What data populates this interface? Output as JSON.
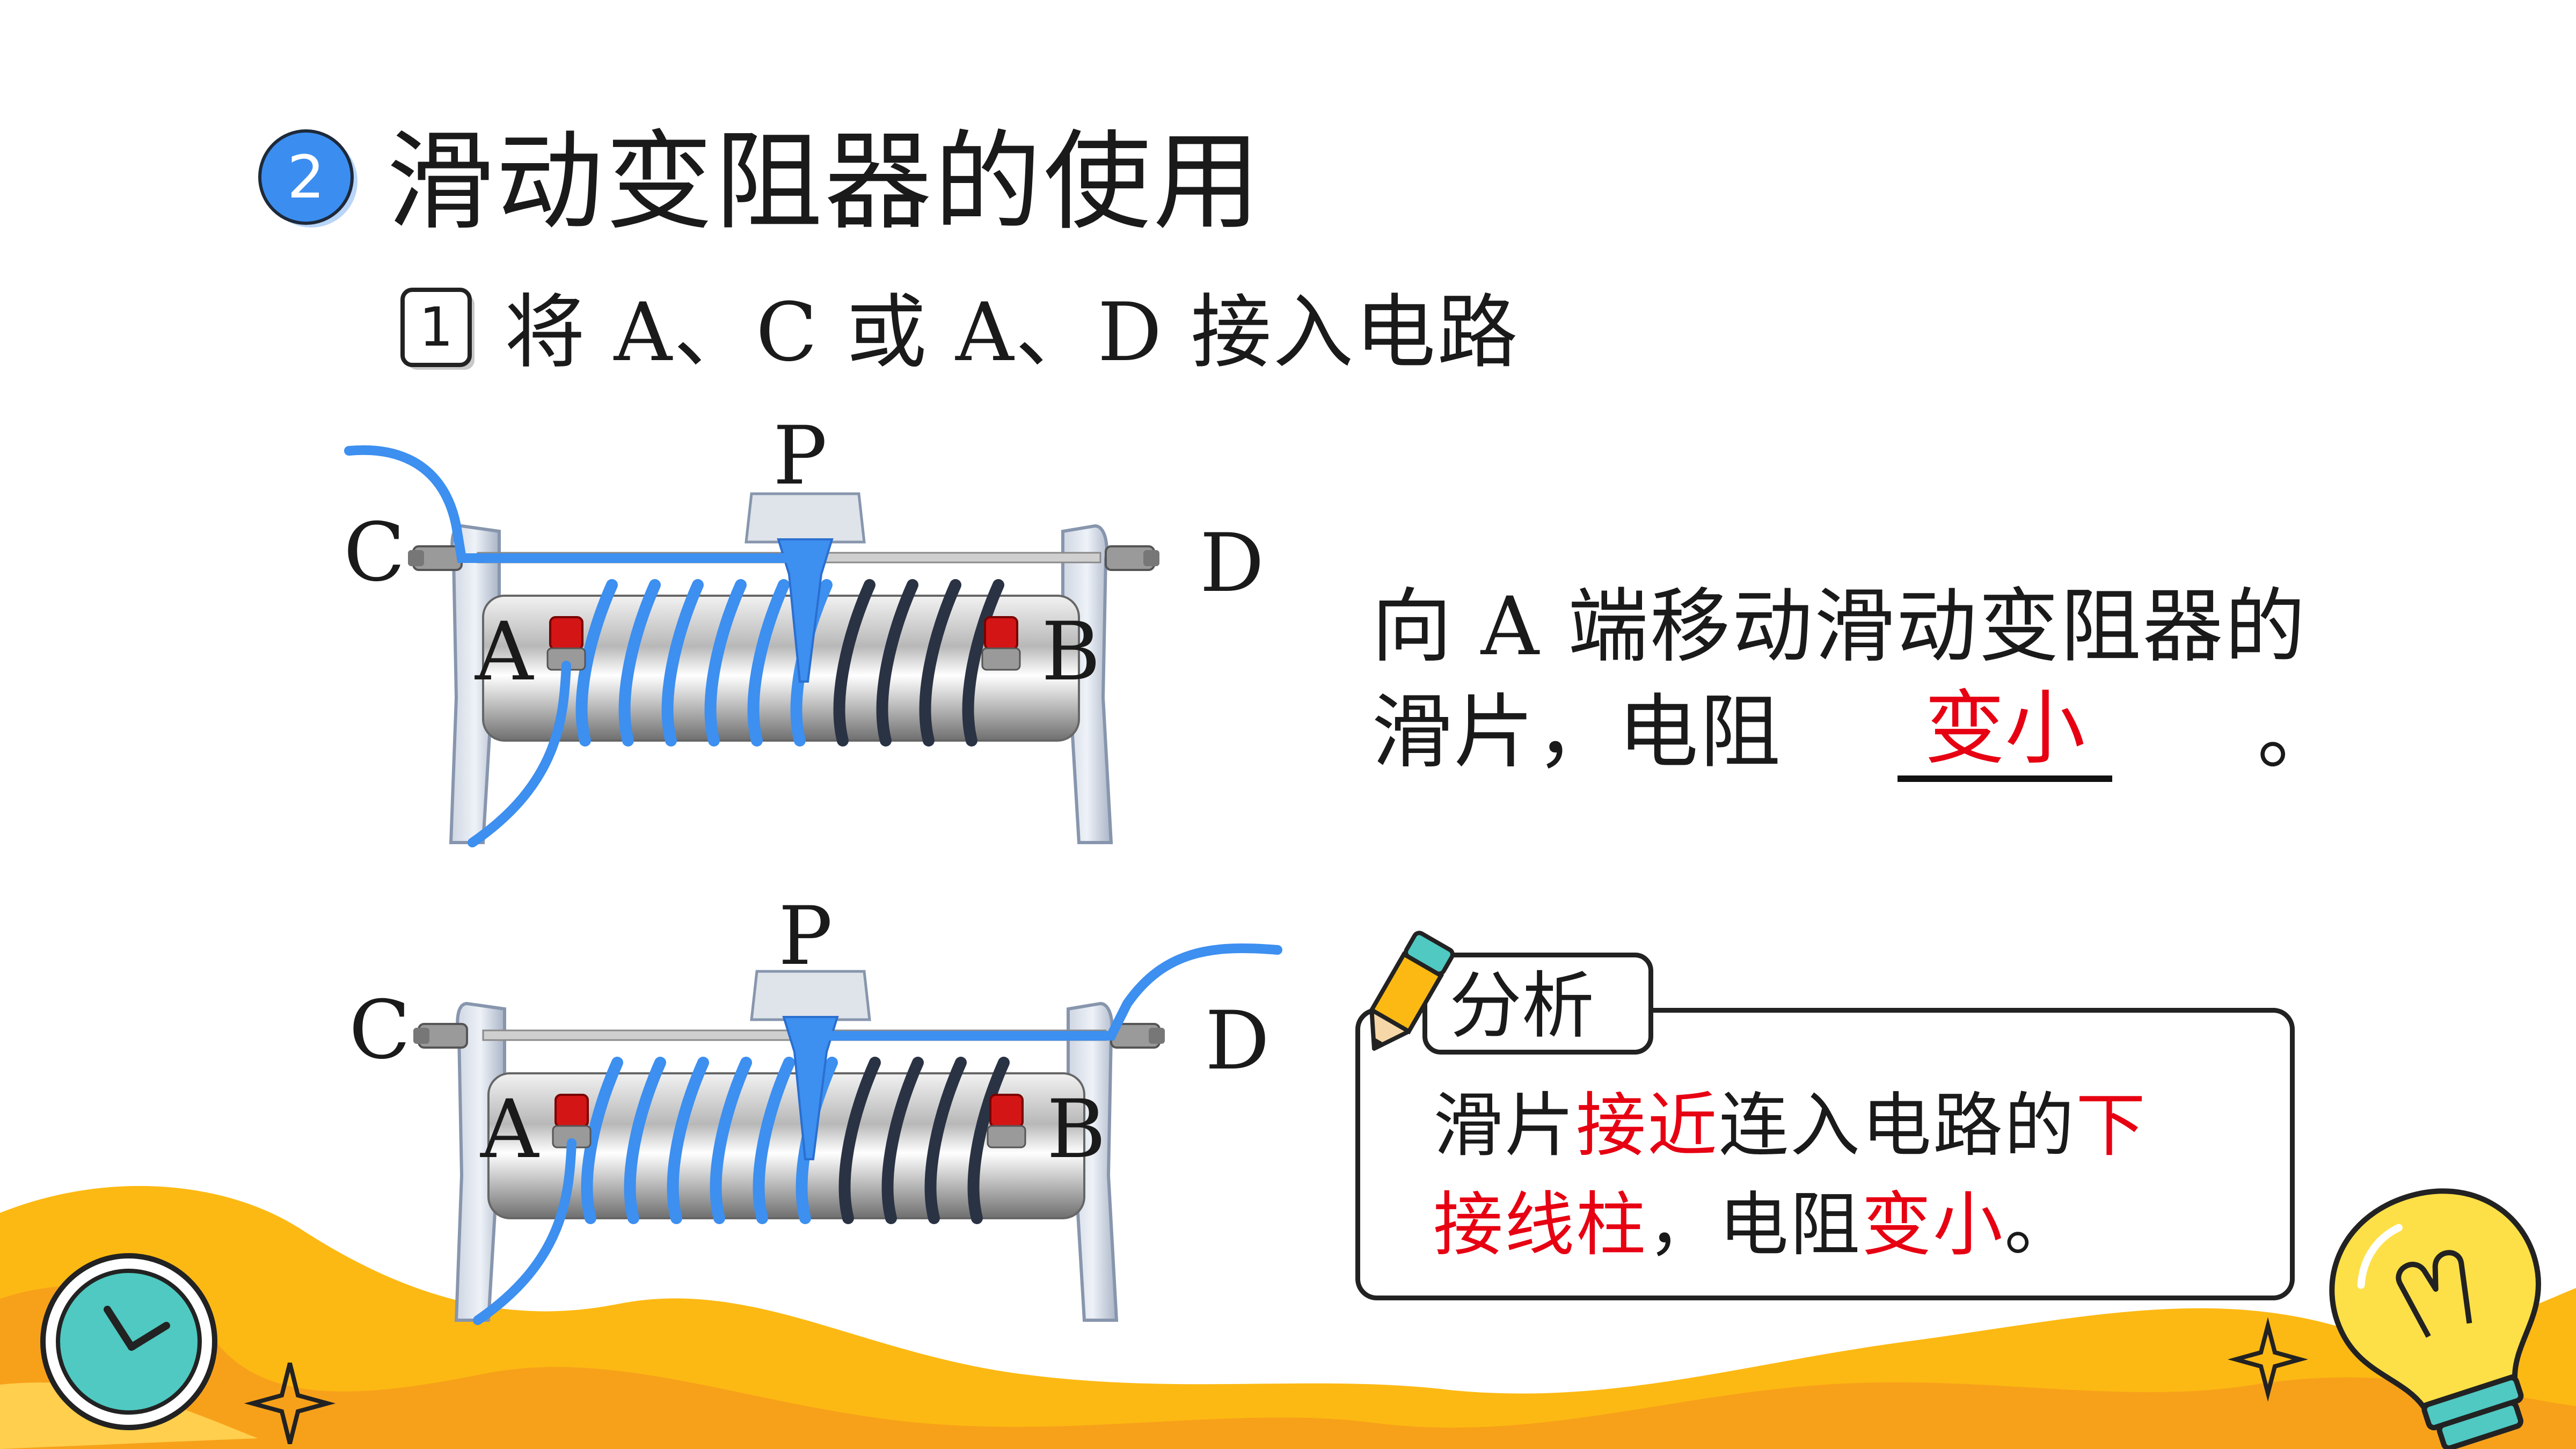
{
  "header": {
    "section_number": "2",
    "title": "滑动变阻器的使用",
    "sub_number": "1",
    "subtitle": "将 A、C 或 A、D  接入电路"
  },
  "figures": {
    "top": {
      "label_p": "P",
      "label_c": "C",
      "label_d": "D",
      "label_a": "A",
      "label_b": "B"
    },
    "bottom": {
      "label_p": "P",
      "label_c": "C",
      "label_d": "D",
      "label_a": "A",
      "label_b": "B"
    }
  },
  "question": {
    "line1": "向  A  端移动滑动变阻器的",
    "line2": "滑片，电阻",
    "answer": "变小",
    "period": "。"
  },
  "analysis": {
    "label": "分析",
    "line1": [
      {
        "text": "滑片",
        "red": false
      },
      {
        "text": "接近",
        "red": true
      },
      {
        "text": "连入电路的",
        "red": false
      },
      {
        "text": "下",
        "red": true
      }
    ],
    "line2": [
      {
        "text": "接线柱",
        "red": true
      },
      {
        "text": "，电阻",
        "red": false
      },
      {
        "text": "变小",
        "red": true
      },
      {
        "text": "。",
        "red": false
      }
    ]
  },
  "colors": {
    "accent_blue": "#3b8ef0",
    "wire_blue": "#3d8ff0",
    "coil_dark": "#2a3344",
    "answer_red": "#e60012",
    "wave_yellow": "#fdb913",
    "wave_orange": "#f7a11a"
  },
  "icons": [
    "clock-icon",
    "lightbulb-icon",
    "pencil-icon",
    "sparkle-icon"
  ]
}
